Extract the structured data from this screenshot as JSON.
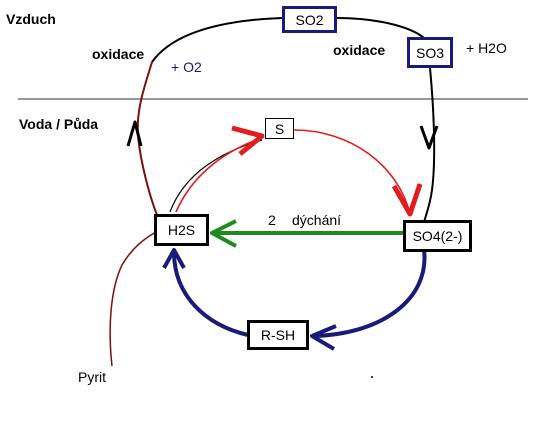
{
  "zones": {
    "air": "Vzduch",
    "water_soil": "Voda / Půda"
  },
  "compounds": {
    "so2": "SO2",
    "so3": "SO3",
    "s": "S",
    "h2s": "H2S",
    "so4": "SO4(2-)",
    "rsh": "R-SH",
    "pyrite": "Pyrit"
  },
  "processes": {
    "oxidation_left": "oxidace",
    "oxidation_right": "oxidace",
    "plus_o2": "+ O2",
    "plus_h2o": "+ H2O",
    "respiration_number": "2",
    "respiration": "dýchání"
  },
  "colors": {
    "red": "#e01e1e",
    "green": "#1f8a1f",
    "navy": "#1a1a7a",
    "dark_red": "#7a1010",
    "black": "#000000"
  }
}
